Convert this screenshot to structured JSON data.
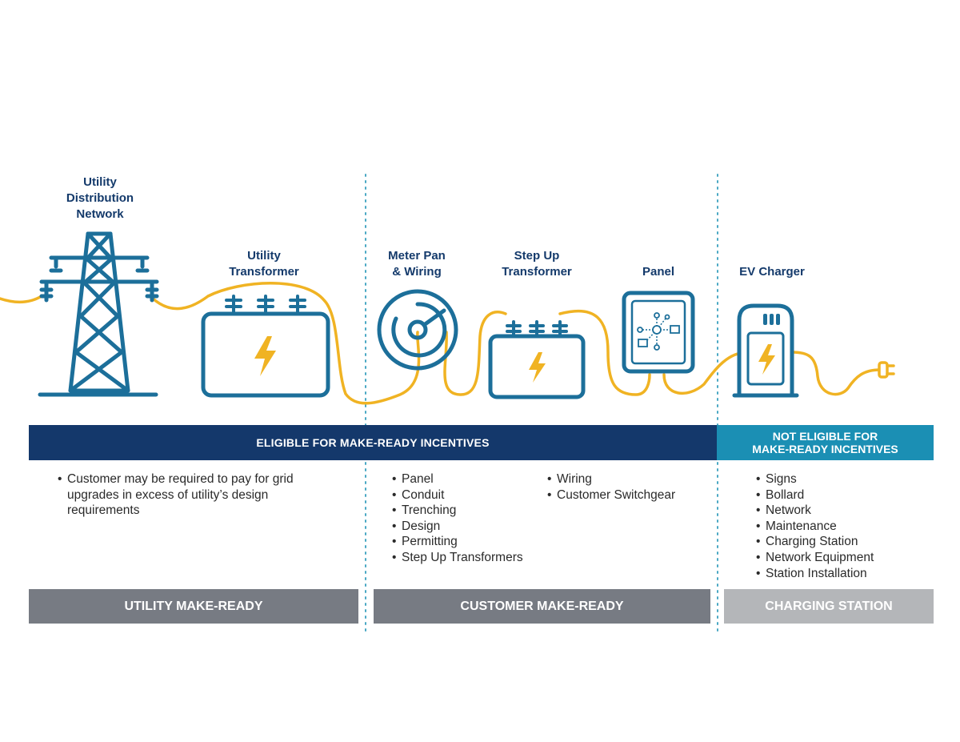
{
  "labels": {
    "distribution_network": "Utility\nDistribution\nNetwork",
    "utility_transformer": "Utility\nTransformer",
    "meter_pan": "Meter Pan\n& Wiring",
    "step_up_transformer": "Step Up\nTransformer",
    "panel": "Panel",
    "ev_charger": "EV Charger"
  },
  "bands": {
    "eligible": "ELIGIBLE FOR MAKE-READY INCENTIVES",
    "not_eligible_line1": "NOT ELIGIBLE FOR",
    "not_eligible_line2": "MAKE-READY INCENTIVES"
  },
  "utility_note": "Customer may be required to pay for grid upgrades in excess of utility’s design requirements",
  "customer_items_col1": [
    "Panel",
    "Conduit",
    "Trenching",
    "Design",
    "Permitting",
    "Step Up Transformers"
  ],
  "customer_items_col2": [
    "Wiring",
    "Customer Switchgear"
  ],
  "station_items": [
    "Signs",
    "Bollard",
    "Network",
    "Maintenance",
    "Charging Station",
    "Network Equipment",
    "Station Installation"
  ],
  "footers": {
    "utility": "UTILITY MAKE-READY",
    "customer": "CUSTOMER MAKE-READY",
    "station": "CHARGING STATION"
  },
  "colors": {
    "navy": "#14386b",
    "icon_blue": "#1c6f9a",
    "wire_yellow": "#f0b323",
    "teal": "#1b8fb4",
    "gray": "#777b83",
    "light_gray": "#b4b6b9"
  },
  "icons": [
    "transmission-tower-icon",
    "transformer-icon",
    "meter-gauge-icon",
    "panel-icon",
    "ev-charger-icon",
    "plug-icon",
    "lightning-bolt-icon"
  ]
}
